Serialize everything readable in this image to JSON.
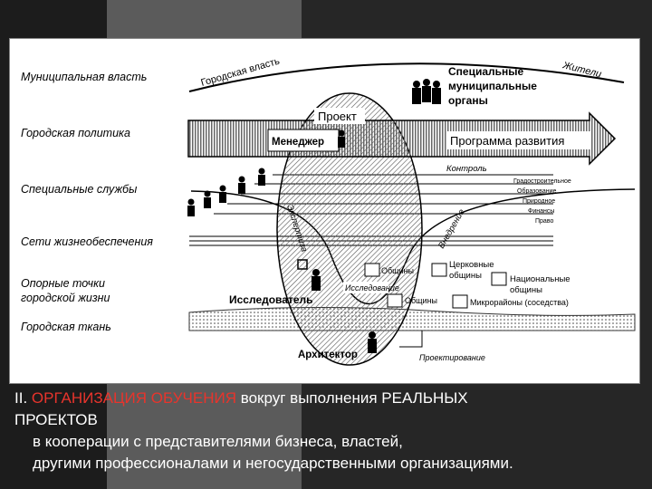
{
  "colors": {
    "accent": "#e8342c",
    "caption_text": "#ffffff",
    "bg_dark": "#1c1c1c",
    "bg_mid": "#5b5b5b"
  },
  "rows": {
    "municipal_power": "Муниципальная власть",
    "city_policy": "Городская политика",
    "special_services": "Специальные службы",
    "life_support": "Сети жизнеобеспечения",
    "key_points_1": "Опорные точки",
    "key_points_2": "городской жизни",
    "urban_fabric": "Городская ткань"
  },
  "arc_labels": {
    "city_power": "Городская власть",
    "residents": "Жители"
  },
  "special_bodies": [
    "Специальные",
    "муниципальные",
    "органы"
  ],
  "project": "Проект",
  "manager": "Менеджер",
  "dev_program": "Программа развития",
  "control": "Контроль",
  "fan_labels": [
    "Градостроительное",
    "Образование",
    "Природное",
    "Финансы",
    "Право"
  ],
  "diag_words": {
    "left": "Экспертиза",
    "right": "Внедрение"
  },
  "communities": {
    "communities": "Общины",
    "church": [
      "Церковные",
      "общины"
    ],
    "national": [
      "Национальные",
      "общины"
    ],
    "microdistricts": "Микрорайоны (соседства)",
    "research_box": "Исследование",
    "communities2": "Общины"
  },
  "researcher": "Исследователь",
  "architect": "Архитектор",
  "design": "Проектирование",
  "caption": {
    "prefix": "II. ",
    "accent": "ОРГАНИЗАЦИЯ ОБУЧЕНИЯ",
    "rest1": " вокруг выполнения  РЕАЛЬНЫХ",
    "line2": "ПРОЕКТОВ",
    "line3": "в кооперации с представителями бизнеса, властей,",
    "line4": "другими профессионалами и негосударственными организациями."
  }
}
